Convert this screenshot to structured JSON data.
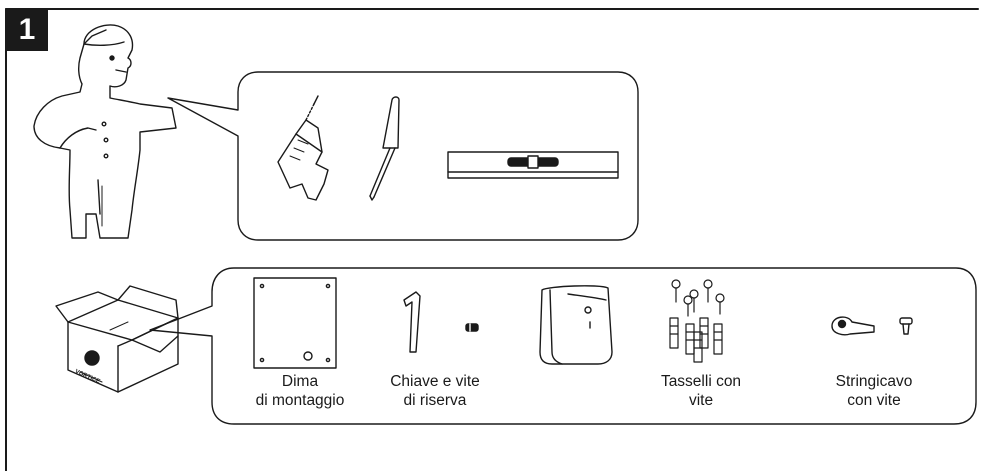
{
  "step": {
    "number": "1"
  },
  "tools": {
    "icons": [
      "drill-icon",
      "screwdriver-icon",
      "spirit-level-icon"
    ]
  },
  "kit": {
    "box_logo": "VORTICE",
    "items": [
      {
        "icon": "template-icon",
        "line1": "Dima",
        "line2": "di montaggio"
      },
      {
        "icon": "allen-key-icon",
        "line1": "Chiave e vite",
        "line2": "di riserva"
      },
      {
        "icon": "dryer-unit-icon",
        "line1": "",
        "line2": ""
      },
      {
        "icon": "wall-plugs-icon",
        "line1": "Tasselli con",
        "line2": "vite"
      },
      {
        "icon": "cable-clamp-icon",
        "line1": "Stringicavo",
        "line2": "con vite"
      }
    ]
  }
}
